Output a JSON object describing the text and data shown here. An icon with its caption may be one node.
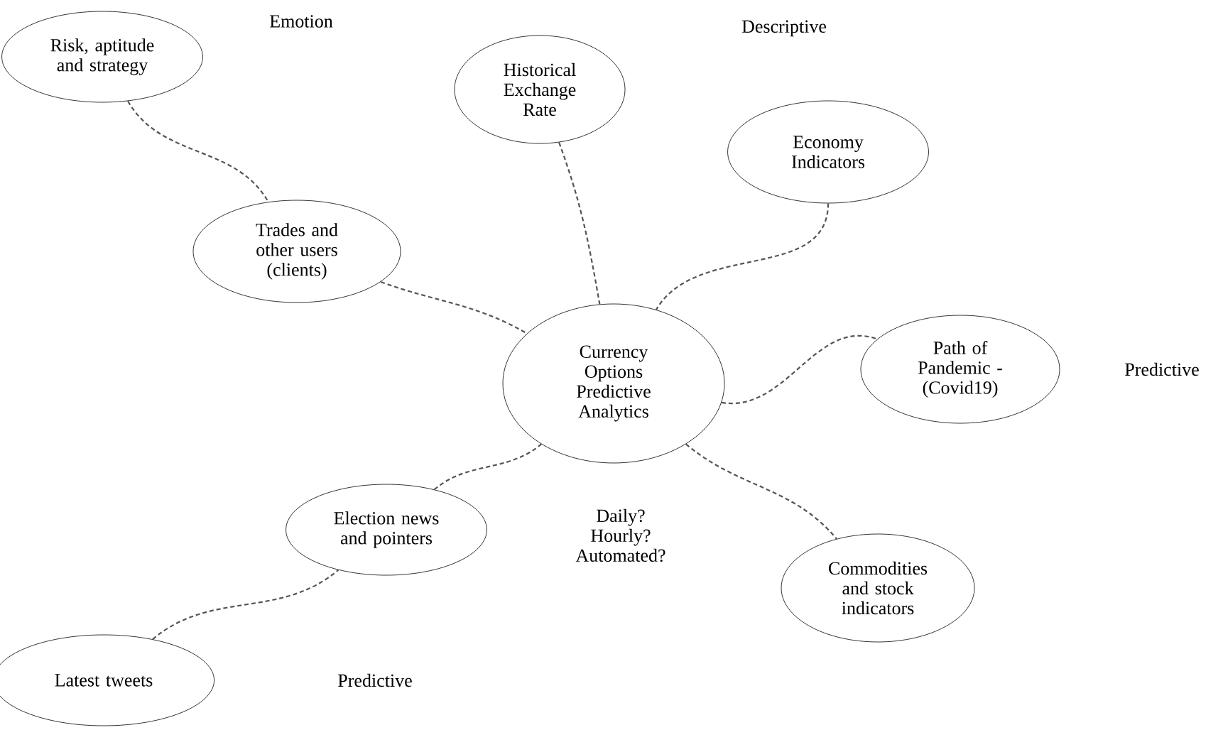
{
  "diagram": {
    "nodes": [
      {
        "text": [
          "Currency Options Predictive Analytics"
        ]
      },
      {
        "text": [
          "Risk, aptitude and strategy"
        ],
        "beside": [
          "Emotion"
        ]
      },
      {
        "text": [
          "Trades and other users (clients)"
        ]
      },
      {
        "text": [
          "Historical Exchange Rate"
        ]
      },
      {
        "text": [
          "Economy Indicators"
        ],
        "beside": [
          "Descriptive"
        ]
      },
      {
        "text": [
          "Path of Pandemic - (Covid19)"
        ],
        "beside": [
          "Predictive"
        ]
      },
      {
        "text": [
          "Commodities and stock indicators"
        ]
      },
      {
        "text": [
          "Election news and pointers"
        ]
      },
      {
        "text": [
          "Latest tweets"
        ]
      }
    ],
    "edges": [
      {
        "from": 1,
        "to": 2,
        "arrow": "none",
        "style": "dashed"
      },
      {
        "from": 2,
        "to": 0,
        "arrow": "none",
        "style": "dashed"
      },
      {
        "from": 3,
        "to": 0,
        "arrow": "none",
        "style": "dashed"
      },
      {
        "from": 4,
        "to": 0,
        "arrow": "none",
        "style": "dashed"
      },
      {
        "from": 0,
        "to": 5,
        "arrow": "none",
        "style": "dashed"
      },
      {
        "from": 0,
        "to": 6,
        "arrow": "none",
        "style": "dashed"
      },
      {
        "from": 7,
        "to": 0,
        "arrow": "none",
        "style": "dashed"
      },
      {
        "from": 8,
        "to": 7,
        "arrow": "none",
        "style": "dashed"
      }
    ],
    "labels": [
      "Daily? Hourly? Automated?",
      "Predictive"
    ]
  }
}
